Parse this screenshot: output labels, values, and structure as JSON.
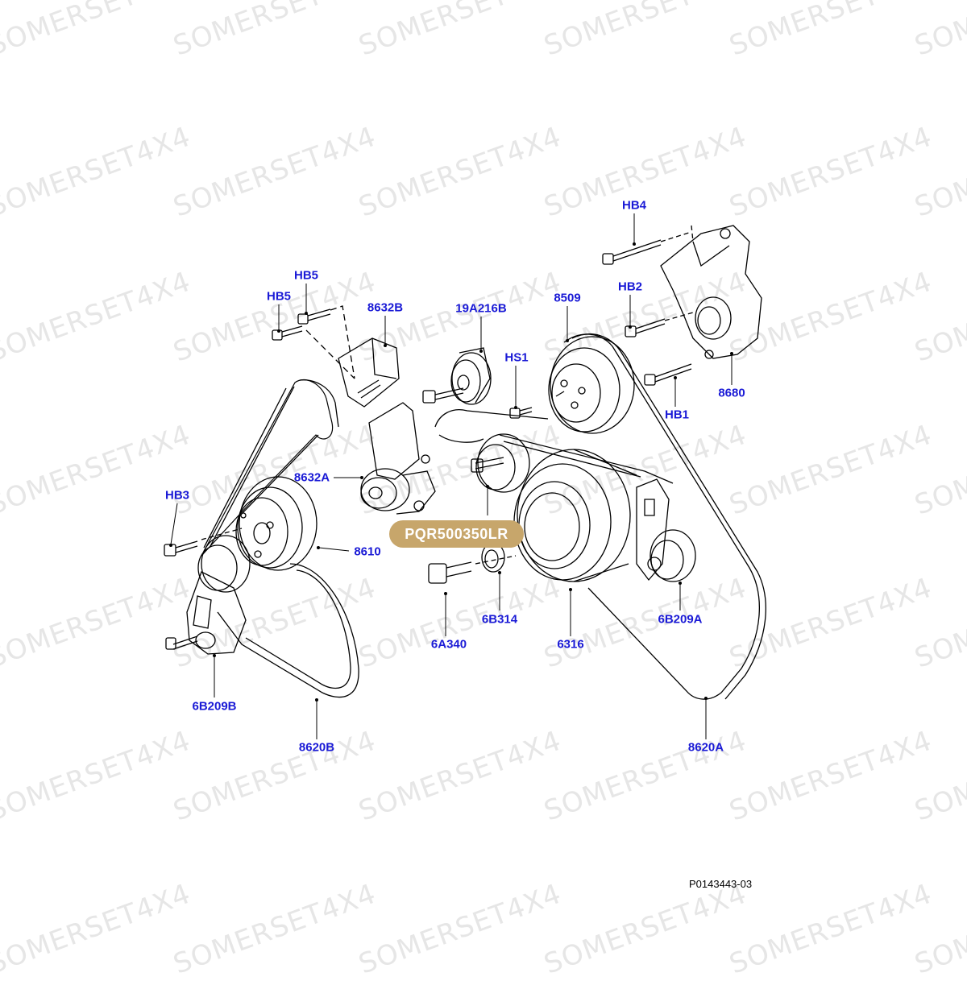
{
  "watermark": "SOMERSET4X4",
  "highlight_part": "PQR500350LR",
  "figure_ref": "P0143443-03",
  "labels": {
    "hb4": "HB4",
    "hb2": "HB2",
    "hb1": "HB1",
    "n8680": "8680",
    "n8509": "8509",
    "n19a216b": "19A216B",
    "hs1": "HS1",
    "hb5a": "HB5",
    "hb5b": "HB5",
    "n8632b": "8632B",
    "n8632a": "8632A",
    "hb3": "HB3",
    "n8610": "8610",
    "n6b209b": "6B209B",
    "n8620b": "8620B",
    "n6a340": "6A340",
    "n6b314": "6B314",
    "n6316": "6316",
    "n6b209a": "6B209A",
    "n8620a": "8620A"
  },
  "colors": {
    "label": "#1a1ad6",
    "highlight": "#c7a66b",
    "watermark": "#e6e6e6",
    "line": "#000000"
  }
}
